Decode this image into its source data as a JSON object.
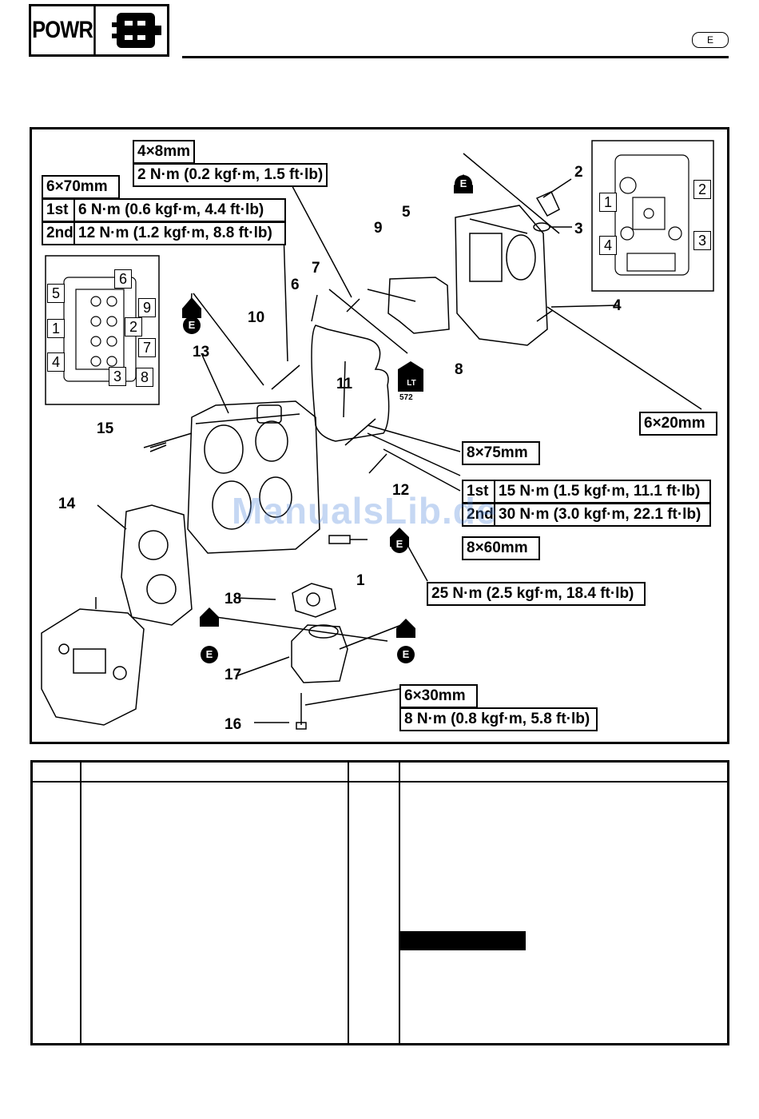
{
  "header": {
    "section_code": "POWR",
    "language_badge": "E"
  },
  "specs": {
    "bolt_4x8": "4×8mm",
    "torque_2nm": "2 N·m (0.2 kgf·m, 1.5 ft·lb)",
    "bolt_6x70": "6×70mm",
    "step1_label": "1st",
    "step1_torque_6nm": "6 N·m (0.6 kgf·m, 4.4 ft·lb)",
    "step2_label": "2nd",
    "step2_torque_12nm": "12 N·m (1.2 kgf·m, 8.8 ft·lb)",
    "bolt_6x20": "6×20mm",
    "bolt_8x75": "8×75mm",
    "step1_torque_15nm": "15 N·m (1.5 kgf·m, 11.1 ft·lb)",
    "step2_torque_30nm": "30 N·m (3.0 kgf·m, 22.1 ft·lb)",
    "bolt_8x60": "8×60mm",
    "torque_25nm": "25 N·m (2.5 kgf·m, 18.4 ft·lb)",
    "bolt_6x30": "6×30mm",
    "torque_8nm": "8 N·m (0.8 kgf·m, 5.8 ft·lb)"
  },
  "callouts": [
    "1",
    "2",
    "3",
    "4",
    "5",
    "6",
    "7",
    "8",
    "9",
    "10",
    "11",
    "12",
    "13",
    "14",
    "15",
    "16",
    "17",
    "18"
  ],
  "sequence_left": [
    "6",
    "5",
    "9",
    "1",
    "2",
    "7",
    "4",
    "3",
    "8"
  ],
  "sequence_right": [
    "1",
    "2",
    "4",
    "3"
  ],
  "sealant": {
    "lt_code": "LT",
    "lt_number": "572",
    "grease_letter": "E"
  },
  "watermark": "ManualsLib.de"
}
